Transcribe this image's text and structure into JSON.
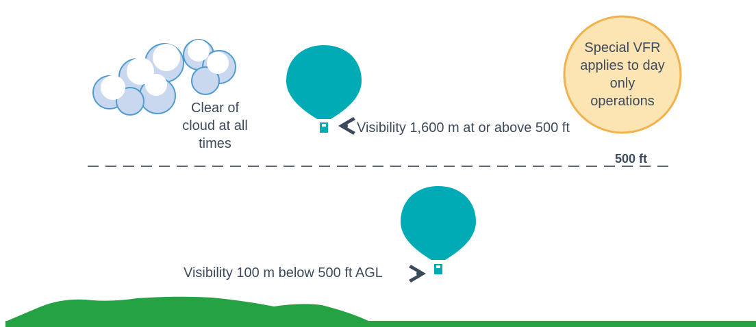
{
  "labels": {
    "cloud_clearance": "Clear of cloud at all times",
    "visibility_above": "Visibility 1,600 m at or above 500 ft",
    "visibility_below": "Visibility 100 m below 500 ft AGL",
    "altitude_line": "500 ft",
    "special_vfr_note": "Special VFR applies to day only operations"
  },
  "colors": {
    "balloon": "#00abb5",
    "cloud_fill": "#ffffff",
    "cloud_shade": "#c9d8ee",
    "cloud_outline": "#4f9ccf",
    "ground": "#25a244",
    "dashed_line": "#5d6775",
    "text": "#3d4a5c",
    "badge_fill": "#fde4b3",
    "badge_border": "#f1b24d",
    "eye_icon": "#3d4a5c"
  },
  "icons": [
    "cloud-icon",
    "hot-air-balloon-icon",
    "eye-icon"
  ]
}
